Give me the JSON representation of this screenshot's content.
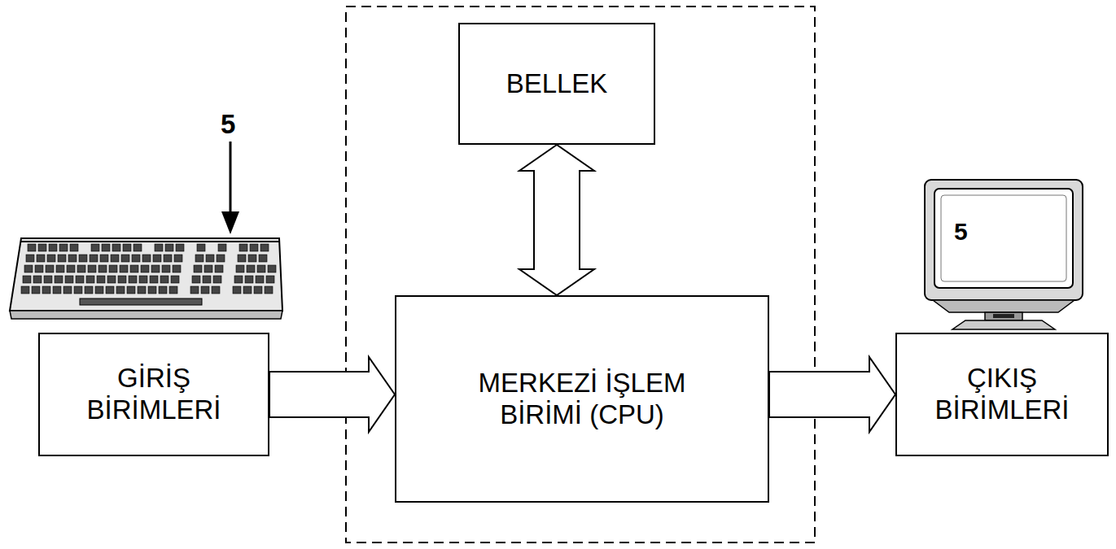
{
  "diagram": {
    "nodes": [
      {
        "text": [
          "BELLEK"
        ]
      },
      {
        "text": [
          "GİRİŞ BİRİMLERİ"
        ]
      },
      {
        "text": [
          "MERKEZİ İŞLEM BİRİMİ (CPU)"
        ]
      },
      {
        "text": [
          "ÇIKIŞ BİRİMLERİ"
        ]
      }
    ],
    "edges": [
      {
        "from": 0,
        "to": 2,
        "arrow": "both"
      },
      {
        "from": 1,
        "to": 2,
        "arrow": "to"
      },
      {
        "from": 2,
        "to": 3,
        "arrow": "to"
      }
    ],
    "labels": [
      "5",
      "5"
    ]
  }
}
